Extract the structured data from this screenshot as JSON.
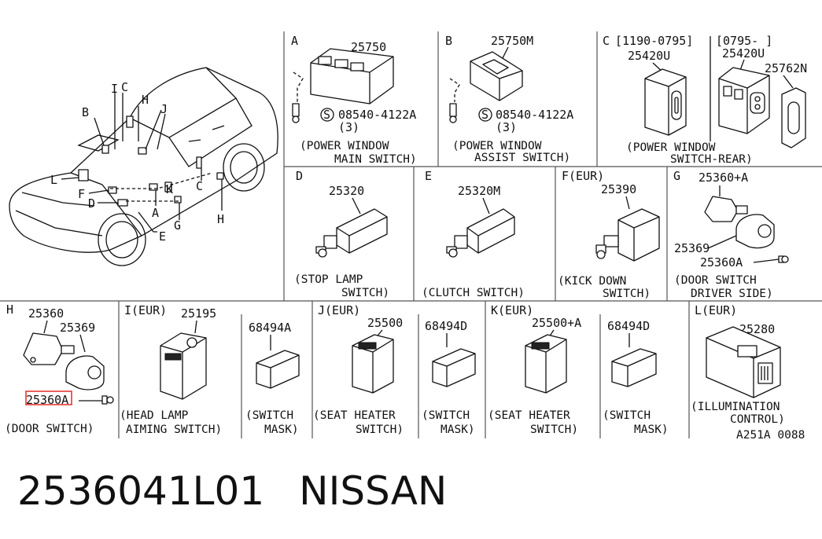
{
  "panels": {
    "a": {
      "letter": "A",
      "part": "25750",
      "bolt_s": "S",
      "bolt": "08540-4122A",
      "qty": "(3)",
      "caption1": "(POWER WINDOW",
      "caption2": "MAIN SWITCH)"
    },
    "b": {
      "letter": "B",
      "part": "25750M",
      "bolt_s": "S",
      "bolt": "08540-4122A",
      "qty": "(3)",
      "caption1": "(POWER WINDOW",
      "caption2": "ASSIST SWITCH)"
    },
    "c": {
      "letter": "C",
      "range1": "[1190-0795]",
      "range2": "[0795-      ]",
      "part1": "25420U",
      "part2": "25420U",
      "part3": "25762N",
      "caption1": "(POWER WINDOW",
      "caption2": "SWITCH-REAR)"
    },
    "d": {
      "letter": "D",
      "part": "25320",
      "caption1": "(STOP LAMP",
      "caption2": "SWITCH)"
    },
    "e": {
      "letter": "E",
      "part": "25320M",
      "caption1": "(CLUTCH SWITCH)"
    },
    "f": {
      "letter": "F(EUR)",
      "part": "25390",
      "caption1": "(KICK DOWN",
      "caption2": "SWITCH)"
    },
    "g": {
      "letter": "G",
      "part1": "25360+A",
      "part2": "25369",
      "part3": "25360A",
      "caption1": "(DOOR SWITCH",
      "caption2": "DRIVER SIDE)"
    },
    "h": {
      "letter": "H",
      "part1": "25360",
      "part2": "25369",
      "part3": "25360A",
      "caption1": "(DOOR SWITCH)"
    },
    "i": {
      "letter": "I(EUR)",
      "part1": "25195",
      "part2": "68494A",
      "caption1": "(HEAD LAMP",
      "caption2": "AIMING SWITCH)",
      "caption3": "(SWITCH",
      "caption4": "MASK)"
    },
    "j": {
      "letter": "J(EUR)",
      "part1": "25500",
      "part2": "68494D",
      "caption1": "(SEAT HEATER",
      "caption2": "SWITCH)",
      "caption3": "(SWITCH",
      "caption4": "MASK)"
    },
    "k": {
      "letter": "K(EUR)",
      "part1": "25500+A",
      "part2": "68494D",
      "caption1": "(SEAT HEATER",
      "caption2": "SWITCH)",
      "caption3": "(SWITCH",
      "caption4": "MASK)"
    },
    "l": {
      "letter": "L(EUR)",
      "part": "25280",
      "caption1": "(ILLUMINATION",
      "caption2": "CONTROL)"
    }
  },
  "car_labels": [
    "I",
    "C",
    "B",
    "H",
    "J",
    "L",
    "F",
    "D",
    "A",
    "K",
    "G",
    "E",
    "C",
    "H"
  ],
  "diagram_code": "A251A 0088",
  "highlight_color": "#e53935",
  "footer": {
    "part_number": "2536041L01",
    "brand": "NISSAN"
  }
}
